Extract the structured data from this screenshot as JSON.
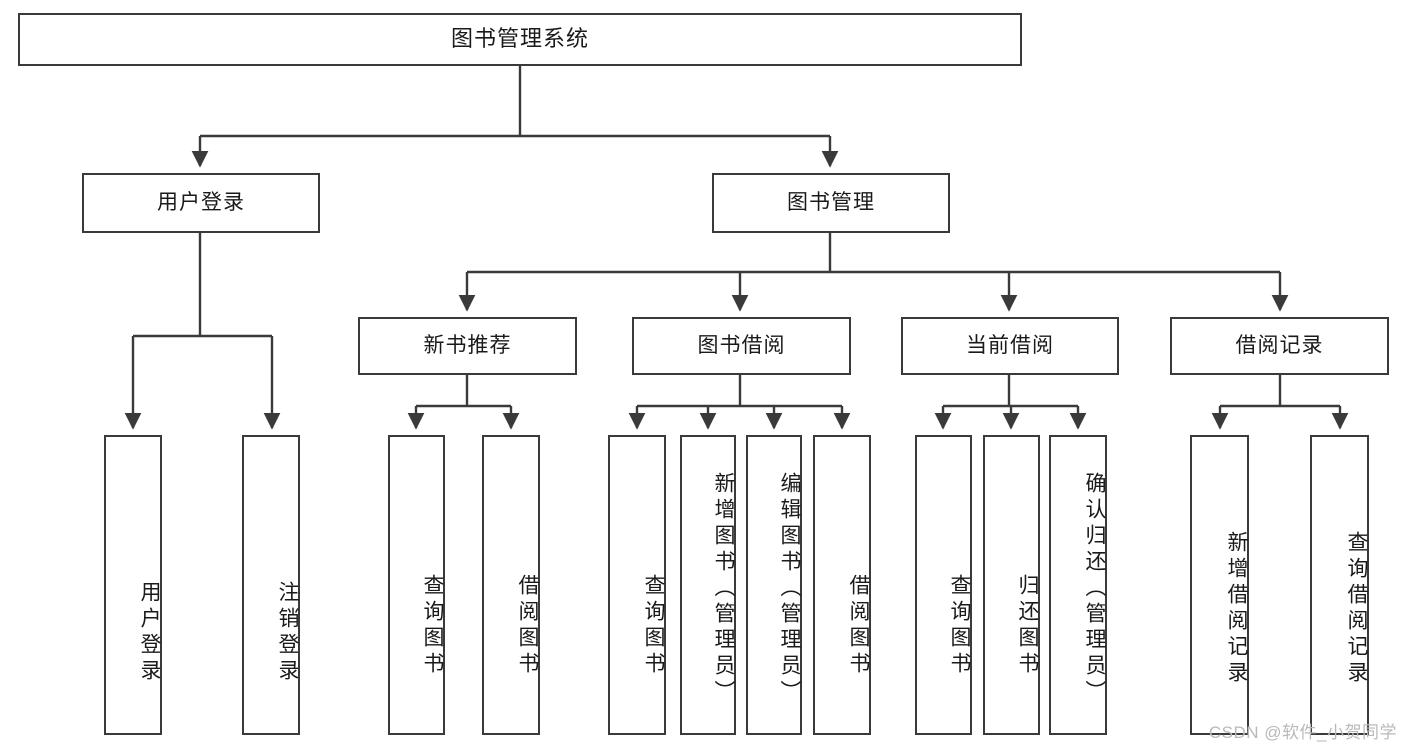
{
  "diagram": {
    "title_node": {
      "label": "图书管理系统"
    },
    "level1": [
      {
        "id": "user-login",
        "label": "用户登录"
      },
      {
        "id": "book-manage",
        "label": "图书管理"
      }
    ],
    "level2": [
      {
        "id": "new-book-recommend",
        "label": "新书推荐"
      },
      {
        "id": "book-borrow",
        "label": "图书借阅"
      },
      {
        "id": "current-borrow",
        "label": "当前借阅"
      },
      {
        "id": "borrow-record",
        "label": "借阅记录"
      }
    ],
    "leaves": [
      {
        "id": "leaf-user-login",
        "label": "用户登录"
      },
      {
        "id": "leaf-logout",
        "label": "注销登录"
      },
      {
        "id": "leaf-query-book-1",
        "label": "查询图书"
      },
      {
        "id": "leaf-borrow-book-1",
        "label": "借阅图书"
      },
      {
        "id": "leaf-query-book-2",
        "label": "查询图书"
      },
      {
        "id": "leaf-add-book",
        "label": "新增图书（管理员）"
      },
      {
        "id": "leaf-edit-book",
        "label": "编辑图书（管理员）"
      },
      {
        "id": "leaf-borrow-book-2",
        "label": "借阅图书"
      },
      {
        "id": "leaf-query-book-3",
        "label": "查询图书"
      },
      {
        "id": "leaf-return-book",
        "label": "归还图书"
      },
      {
        "id": "leaf-confirm-return",
        "label": "确认归还（管理员）"
      },
      {
        "id": "leaf-add-record",
        "label": "新增借阅记录"
      },
      {
        "id": "leaf-query-record",
        "label": "查询借阅记录"
      }
    ],
    "watermark": "CSDN @软件_小贺同学",
    "colors": {
      "stroke": "#3a3a3a",
      "background": "#ffffff",
      "text": "#1a1a1a",
      "watermark": "#b9b9b9"
    }
  }
}
